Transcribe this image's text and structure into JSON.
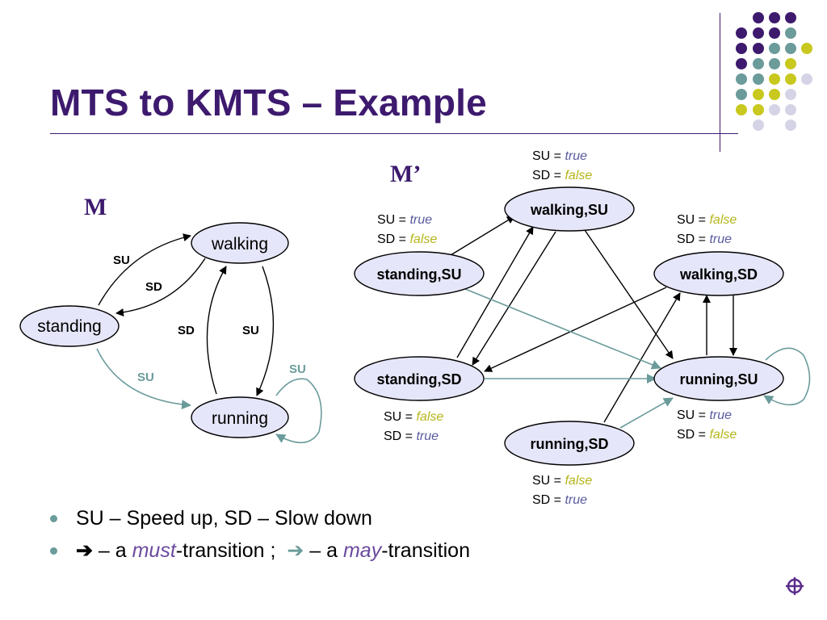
{
  "slide": {
    "title": "MTS to KMTS – Example",
    "colors": {
      "title": "#3d1a6e",
      "may_arrow": "#6b9b9b",
      "node_fill": "#e6e6fa",
      "true_text": "#5a5aa0",
      "false_text": "#b5b51a"
    }
  },
  "diagram_m": {
    "label": "M",
    "nodes": {
      "walking": "walking",
      "standing": "standing",
      "running": "running"
    },
    "edge_labels": {
      "su_top": "SU",
      "sd_top": "SD",
      "sd_mid": "SD",
      "su_mid": "SU",
      "su_may": "SU",
      "su_loop": "SU"
    }
  },
  "diagram_mprime": {
    "label": "M’",
    "nodes": {
      "walking_su": "walking,SU",
      "standing_su": "standing,SU",
      "walking_sd": "walking,SD",
      "standing_sd": "standing,SD",
      "running_su": "running,SU",
      "running_sd": "running,SD"
    },
    "annotations": {
      "walking_su": {
        "su_key": "SU = ",
        "su_val": "true",
        "sd_key": "SD = ",
        "sd_val": "false"
      },
      "standing_su": {
        "su_key": "SU = ",
        "su_val": "true",
        "sd_key": "SD = ",
        "sd_val": "false"
      },
      "walking_sd": {
        "su_key": "SU = ",
        "su_val": "false",
        "sd_key": "SD = ",
        "sd_val": "true"
      },
      "standing_sd": {
        "su_key": "SU = ",
        "su_val": "false",
        "sd_key": "SD = ",
        "sd_val": "true"
      },
      "running_su": {
        "su_key": "SU = ",
        "su_val": "true",
        "sd_key": "SD = ",
        "sd_val": "false"
      },
      "running_sd": {
        "su_key": "SU = ",
        "su_val": "false",
        "sd_key": "SD = ",
        "sd_val": "true"
      }
    }
  },
  "bullets": {
    "b1": "SU – Speed up, SD – Slow down",
    "b2_mid1": " – a ",
    "b2_must": "must",
    "b2_after_must": "-transition ;  ",
    "b2_mid2": " – a ",
    "b2_may": "may",
    "b2_end": "-transition"
  },
  "icons": {
    "must_arrow": "right-arrow-icon",
    "may_arrow": "right-arrow-icon",
    "nav": "crosshair-nav-icon"
  }
}
